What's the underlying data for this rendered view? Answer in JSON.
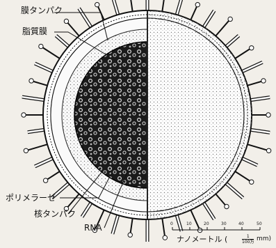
{
  "labels": {
    "membrane_protein": "膜タンパク",
    "lipid_membrane": "脂質膜",
    "polymerase": "ポリメラーゼ",
    "nucleoprotein": "核タンパク",
    "rna": "RNA"
  },
  "scale": {
    "ticks": [
      "0",
      "10",
      "20",
      "30",
      "40",
      "50"
    ],
    "unit_text": "ナノメートル (",
    "unit_num": "1",
    "unit_den": "100万",
    "unit_suffix": "mm)"
  }
}
